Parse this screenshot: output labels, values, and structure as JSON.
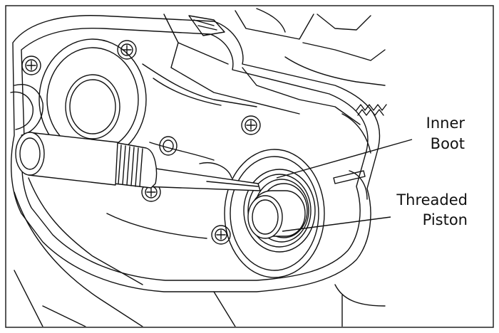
{
  "labels": {
    "inner_boot_line1": "Inner",
    "inner_boot_line2": "Boot",
    "threaded_piston_line1": "Threaded",
    "threaded_piston_line2": "Piston"
  },
  "colors": {
    "ink": "#111111",
    "paper": "#ffffff",
    "frame": "#222222"
  },
  "icons": {
    "bolt": "bolt-icon"
  }
}
